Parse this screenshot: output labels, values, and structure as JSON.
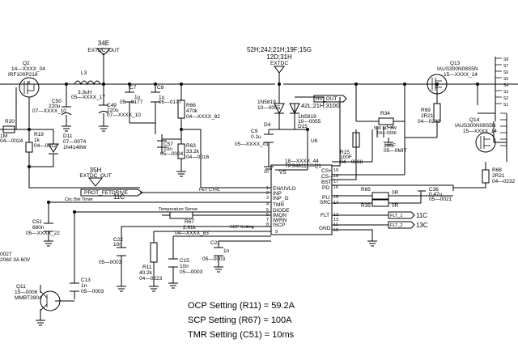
{
  "nets": {
    "net_34e": "34E",
    "extdc_out_l": "EXTDC_OUT",
    "net_52h": "52H;24J;21H;19F;15G",
    "net_12d": "12D;31H",
    "extdc": "EXTDC",
    "hv_out": "HV_OUT",
    "net_42l": "42L;21H;310G",
    "net_35h": "35H",
    "extdc_out_b": "EXTDC_OUT",
    "prot_fetdrive": "PROT_FETDRIVE",
    "net_11c_prot": "11C",
    "fet_ctrl": "FET CTRL",
    "circ_brk_timer": "Circ Brk Timer",
    "temp_sense": "Temperature Sense",
    "scp_setting": "SCP Setting",
    "flt1": "FLT_1",
    "flt2": "FLT_2",
    "net_11c": "11C",
    "net_13c": "13C"
  },
  "components": {
    "q2": {
      "ref": "Q2",
      "part": "14—XXXX_04",
      "value": "IRF100P218"
    },
    "l3": {
      "ref": "L3",
      "value": "3.3uH",
      "part": "05—XXXX_17"
    },
    "c50": {
      "ref": "C50",
      "value": "220u",
      "part": "07—XXXX_10"
    },
    "c49": {
      "ref": "C49",
      "value": "220u",
      "part": "07—XXXX_10"
    },
    "c7": {
      "ref": "C7",
      "value": "1u",
      "part": "05—0177"
    },
    "c8": {
      "ref": "C8",
      "value": "1u",
      "part": "05—0177"
    },
    "r66": {
      "ref": "R66",
      "value": "470k",
      "part": "04—XXXX_82"
    },
    "c57": {
      "ref": "C57",
      "value": "10n",
      "part": "05—0004"
    },
    "r63": {
      "ref": "R63",
      "value": "33.2k",
      "part": "04—0016"
    },
    "r20": {
      "ref": "R20",
      "value": "1M",
      "part": "04—0024"
    },
    "r19": {
      "ref": "R19",
      "value": "1k",
      "part": "04—0012"
    },
    "d11": {
      "ref": "D11",
      "part": "07—0074",
      "value": "1N4148W"
    },
    "d4": {
      "ref": "D4",
      "value": "1N5819",
      "part": "10—0055"
    },
    "d15": {
      "ref": "D15",
      "value": "1N5819",
      "part": "10—0055"
    },
    "c9": {
      "ref": "C9",
      "value": "0.1u",
      "part": "05—XXXX_01"
    },
    "r34": {
      "ref": "R34",
      "value": "500 uO 9W",
      "part": "04—0356"
    },
    "c2": {
      "ref": "C2",
      "value": "100F",
      "part": "05—0MIT"
    },
    "r15": {
      "ref": "R15",
      "value": "100F",
      "part": "04—0008"
    },
    "u6": {
      "ref": "U6",
      "part": "18—XXXX_44",
      "value": "TPS48111—Q1"
    },
    "q13": {
      "ref": "Q13",
      "value": "IAUS300N08S5N",
      "part": "15—XXXX_14"
    },
    "r69": {
      "ref": "R69",
      "value": "2R21",
      "part": "04—0232"
    },
    "q14": {
      "ref": "Q14",
      "value": "IAUS300N08S5N",
      "part": "15—XXXX_14"
    },
    "r68": {
      "ref": "R68",
      "value": "2R21",
      "part": "04—0232"
    },
    "c36": {
      "ref": "C36",
      "value": "0.47u",
      "part": "05—0021"
    },
    "r65": {
      "ref": "R65",
      "value": "0R"
    },
    "r39": {
      "ref": "R39",
      "value": "0R"
    },
    "c51": {
      "ref": "C51",
      "value": "680n",
      "part": "05—XXXX_22"
    },
    "c22": {
      "ref": "C22",
      "value": "10n",
      "part": "05—0003"
    },
    "r11": {
      "ref": "R11",
      "value": "40.2k",
      "part": "04—0223"
    },
    "c15": {
      "ref": "C15",
      "value": "10n",
      "part": "05—0003"
    },
    "r67": {
      "ref": "R67",
      "value": "2.61k",
      "part": "04—XXXX_83"
    },
    "c21": {
      "ref": "C21",
      "value": "1n",
      "part": "05—0003"
    },
    "c13": {
      "ref": "C13",
      "value": "1n",
      "part": "05—0003"
    },
    "q11": {
      "ref": "Q11",
      "part": "15—0006",
      "value": "MMBT3904"
    },
    "fuse": {
      "ref": "0027",
      "value": "2060 3A 60V"
    }
  },
  "pins": {
    "vs": "VS",
    "cs_p": "CS+",
    "cs_m": "CS—",
    "bst": "BST",
    "pd": "PD",
    "en_uvlo": "EN/UVLO",
    "inp": "INP",
    "inp_g": "INP_G",
    "tmr": "TMR",
    "diode": "DIODE",
    "imon": "IMON",
    "iwrn": "IWRN",
    "iscp": "ISCP",
    "pu": "PU",
    "src": "SRC",
    "flt": "FLT",
    "gnd": "GND",
    "n20": "20",
    "n19": "19",
    "n18": "18",
    "n17": "17",
    "n16": "16",
    "n15": "15",
    "n14": "14",
    "n1": "1",
    "n2": "2",
    "n3": "3",
    "n4": "4",
    "n5": "5",
    "n6": "6",
    "n7": "7",
    "n8": "8",
    "n9": "9",
    "n10": "10",
    "n11": "11",
    "n12": "12",
    "n13": "13",
    "s1": "S1",
    "s2": "S2",
    "s3": "S3",
    "s4": "S4",
    "s5": "S5",
    "s6": "S6",
    "s7": "S7",
    "s8": "S8"
  },
  "notes": {
    "ocp": "OCP Setting (R11) = 59.2A",
    "scp": "SCP Setting (R67) = 100A",
    "tmr": "TMR Setting (C51) = 10ms"
  }
}
